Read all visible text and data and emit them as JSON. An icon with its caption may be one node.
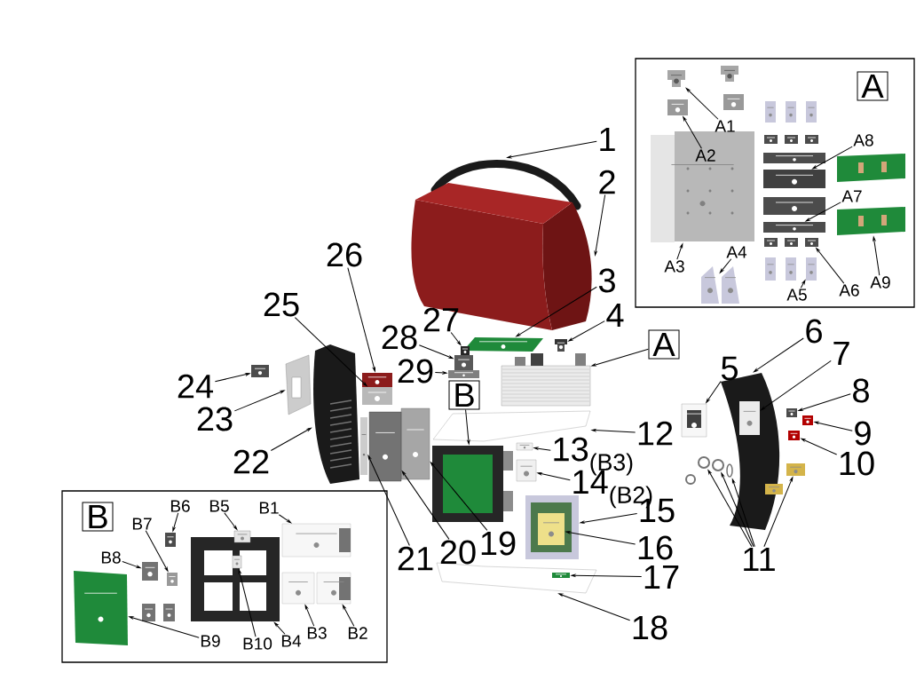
{
  "diagram": {
    "nodes": [
      {
        "text": [
          "1"
        ]
      },
      {
        "text": [
          "2"
        ]
      },
      {
        "text": [
          "3"
        ]
      },
      {
        "text": [
          "4"
        ]
      },
      {
        "text": [
          "5"
        ]
      },
      {
        "text": [
          "6"
        ]
      },
      {
        "text": [
          "7"
        ]
      },
      {
        "text": [
          "8"
        ]
      },
      {
        "text": [
          "9"
        ]
      },
      {
        "text": [
          "10"
        ]
      },
      {
        "text": [
          "11"
        ]
      },
      {
        "text": [
          "12"
        ]
      },
      {
        "text": [
          "13$_{(B3)}$"
        ]
      },
      {
        "text": [
          "14$_{(B2)}$"
        ]
      },
      {
        "text": [
          "15"
        ]
      },
      {
        "text": [
          "16"
        ]
      },
      {
        "text": [
          "17"
        ]
      },
      {
        "text": [
          "18"
        ]
      },
      {
        "text": [
          "19"
        ]
      },
      {
        "text": [
          "20"
        ]
      },
      {
        "text": [
          "21"
        ]
      },
      {
        "text": [
          "22"
        ]
      },
      {
        "text": [
          "23"
        ]
      },
      {
        "text": [
          "24"
        ]
      },
      {
        "text": [
          "25"
        ]
      },
      {
        "text": [
          "26"
        ]
      },
      {
        "text": [
          "27"
        ]
      },
      {
        "text": [
          "28"
        ]
      },
      {
        "text": [
          "29"
        ]
      },
      {
        "text": [
          "A"
        ]
      },
      {
        "text": [
          "B"
        ]
      },
      {
        "text": [],
        "shape": "box"
      },
      {
        "text": [
          "A"
        ],
        "in": 31
      },
      {
        "text": [
          "A1"
        ],
        "in": 31
      },
      {
        "text": [
          "A2"
        ],
        "in": 90
      },
      {
        "text": [
          "A3"
        ],
        "in": 31
      },
      {
        "text": [
          "A4"
        ],
        "in": 31
      },
      {
        "text": [
          "A5"
        ],
        "in": 31
      },
      {
        "text": [
          "A6"
        ],
        "in": 31
      },
      {
        "text": [
          "A7"
        ],
        "in": 31
      },
      {
        "text": [
          "A8"
        ],
        "in": 31
      },
      {
        "text": [
          "A9"
        ],
        "in": 31
      },
      {
        "text": [],
        "shape": "box"
      },
      {
        "text": [
          "B"
        ],
        "in": 42
      },
      {
        "text": [
          "B1"
        ],
        "in": 42
      },
      {
        "text": [
          "B2"
        ],
        "in": 42
      },
      {
        "text": [
          "B3"
        ],
        "in": 42
      },
      {
        "text": [
          "B4"
        ],
        "in": 42
      },
      {
        "text": [
          "B5"
        ],
        "in": 42
      },
      {
        "text": [
          "B6"
        ],
        "in": 42
      },
      {
        "text": [
          "B7"
        ],
        "in": 42
      },
      {
        "text": [
          "B8"
        ],
        "in": 42
      },
      {
        "text": [
          "B9"
        ],
        "in": 42
      },
      {
        "text": [
          "B10"
        ],
        "in": 42
      },
      {
        "text": [],
        "shape": "picture"
      },
      {
        "text": [],
        "shape": "picture"
      },
      {
        "text": [],
        "shape": "picture"
      },
      {
        "text": [],
        "shape": "picture"
      },
      {
        "text": [],
        "shape": "picture"
      },
      {
        "text": [],
        "shape": "picture"
      },
      {
        "text": [],
        "shape": "picture",
        "in": 59
      },
      {
        "text": [],
        "shape": "picture"
      },
      {
        "text": [],
        "shape": "picture"
      },
      {
        "text": [],
        "shape": "picture"
      },
      {
        "text": [],
        "shape": "picture"
      },
      {
        "text": [],
        "shape": "picture"
      },
      {
        "text": [],
        "shape": "picture"
      },
      {
        "text": [],
        "shape": "picture"
      },
      {
        "text": [],
        "shape": "picture"
      },
      {
        "text": [],
        "shape": "picture"
      },
      {
        "text": [],
        "shape": "picture"
      },
      {
        "text": [],
        "shape": "picture"
      },
      {
        "text": [],
        "shape": "picture",
        "in": 71
      },
      {
        "text": [],
        "shape": "picture"
      },
      {
        "text": [],
        "shape": "picture",
        "in": 73
      },
      {
        "text": [],
        "shape": "picture"
      },
      {
        "text": [],
        "shape": "picture"
      },
      {
        "text": [],
        "shape": "picture"
      },
      {
        "text": [],
        "shape": "picture"
      },
      {
        "text": [],
        "shape": "picture"
      },
      {
        "text": [],
        "shape": "picture"
      },
      {
        "text": [],
        "shape": "picture"
      },
      {
        "text": [],
        "shape": "picture"
      },
      {
        "text": [],
        "shape": "picture"
      },
      {
        "text": [],
        "shape": "picture"
      },
      {
        "text": [],
        "shape": "picture"
      },
      {
        "text": [],
        "shape": "picture"
      },
      {
        "text": [],
        "shape": "picture"
      },
      {
        "text": [],
        "shape": "picture",
        "in": 31
      },
      {
        "text": [],
        "shape": "picture",
        "in": 31
      },
      {
        "text": [],
        "shape": "picture",
        "in": 31
      },
      {
        "text": [],
        "shape": "picture",
        "in": 31
      },
      {
        "text": [],
        "shape": "picture",
        "in": 31
      },
      {
        "text": [],
        "shape": "picture",
        "in": 31
      },
      {
        "text": [],
        "shape": "picture",
        "in": 31
      },
      {
        "text": [],
        "shape": "picture",
        "in": 31
      },
      {
        "text": [],
        "shape": "picture",
        "in": 31
      },
      {
        "text": [],
        "shape": "picture",
        "in": 42
      },
      {
        "text": [],
        "shape": "picture",
        "in": 42
      },
      {
        "text": [],
        "shape": "picture",
        "in": 42
      },
      {
        "text": [],
        "shape": "picture",
        "in": 42
      },
      {
        "text": [],
        "shape": "picture",
        "in": 42
      },
      {
        "text": [],
        "shape": "picture",
        "in": 42
      },
      {
        "text": [],
        "shape": "picture",
        "in": 42
      },
      {
        "text": [],
        "shape": "picture",
        "in": 42
      },
      {
        "text": [],
        "shape": "picture",
        "in": 42
      },
      {
        "text": [],
        "shape": "picture",
        "in": 100
      },
      {
        "text": [],
        "shape": "picture",
        "in": 59
      },
      {
        "text": [],
        "shape": "picture"
      },
      {
        "text": [],
        "shape": "picture",
        "in": 31
      },
      {
        "text": [],
        "shape": "picture",
        "in": 31
      },
      {
        "text": [],
        "shape": "picture",
        "in": 31
      },
      {
        "text": [],
        "shape": "picture",
        "in": 31
      },
      {
        "text": [],
        "shape": "picture",
        "in": 31
      },
      {
        "text": [],
        "shape": "picture",
        "in": 31
      },
      {
        "text": [],
        "shape": "picture",
        "in": 31
      },
      {
        "text": [],
        "shape": "picture",
        "in": 31
      },
      {
        "text": [],
        "shape": "picture",
        "in": 31
      },
      {
        "text": [],
        "shape": "picture",
        "in": 31
      },
      {
        "text": [],
        "shape": "picture",
        "in": 31
      },
      {
        "text": [],
        "shape": "picture",
        "in": 31
      },
      {
        "text": [],
        "shape": "picture",
        "in": 31
      },
      {
        "text": [],
        "shape": "picture",
        "in": 31
      },
      {
        "text": [],
        "shape": "picture",
        "in": 31
      },
      {
        "text": [],
        "shape": "picture",
        "in": 31
      },
      {
        "text": [],
        "shape": "picture",
        "in": 42
      },
      {
        "text": [],
        "shape": "picture",
        "in": 42
      }
    ],
    "edges": [
      {
        "from": 0,
        "to": 54,
        "arrow": "to"
      },
      {
        "from": 1,
        "to": 55,
        "arrow": "to"
      },
      {
        "from": 2,
        "to": 56,
        "arrow": "to"
      },
      {
        "from": 3,
        "to": 57,
        "arrow": "to"
      },
      {
        "from": 4,
        "to": 58,
        "arrow": "to"
      },
      {
        "from": 5,
        "to": 59,
        "arrow": "to"
      },
      {
        "from": 6,
        "to": 60,
        "arrow": "to"
      },
      {
        "from": 7,
        "to": 61,
        "arrow": "to"
      },
      {
        "from": 8,
        "to": 62,
        "arrow": "to"
      },
      {
        "from": 9,
        "to": 63,
        "arrow": "to"
      },
      {
        "from": 10,
        "to": 64,
        "arrow": "to"
      },
      {
        "from": 10,
        "to": 65,
        "arrow": "to"
      },
      {
        "from": 10,
        "to": 66,
        "arrow": "to"
      },
      {
        "from": 10,
        "to": 67,
        "arrow": "to"
      },
      {
        "from": 11,
        "to": 68,
        "arrow": "to"
      },
      {
        "from": 12,
        "to": 69,
        "arrow": "to"
      },
      {
        "from": 13,
        "to": 70,
        "arrow": "to"
      },
      {
        "from": 14,
        "to": 71,
        "arrow": "to"
      },
      {
        "from": 15,
        "to": 72,
        "arrow": "to"
      },
      {
        "from": 16,
        "to": 74,
        "arrow": "to"
      },
      {
        "from": 17,
        "to": 73,
        "arrow": "to"
      },
      {
        "from": 18,
        "to": 75,
        "arrow": "to"
      },
      {
        "from": 19,
        "to": 76,
        "arrow": "to"
      },
      {
        "from": 20,
        "to": 77,
        "arrow": "to"
      },
      {
        "from": 21,
        "to": 78,
        "arrow": "to"
      },
      {
        "from": 22,
        "to": 79,
        "arrow": "to"
      },
      {
        "from": 23,
        "to": 80,
        "arrow": "to"
      },
      {
        "from": 24,
        "to": 81,
        "arrow": "to"
      },
      {
        "from": 25,
        "to": 82,
        "arrow": "to"
      },
      {
        "from": 26,
        "to": 83,
        "arrow": "to"
      },
      {
        "from": 27,
        "to": 84,
        "arrow": "to"
      },
      {
        "from": 28,
        "to": 85,
        "arrow": "to"
      },
      {
        "from": 29,
        "to": 86,
        "arrow": "to"
      },
      {
        "from": 30,
        "to": 87,
        "arrow": "to"
      },
      {
        "from": 33,
        "to": 88,
        "arrow": "to"
      },
      {
        "from": 34,
        "to": 89,
        "arrow": "to"
      },
      {
        "from": 35,
        "to": 90,
        "arrow": "to"
      },
      {
        "from": 36,
        "to": 91,
        "arrow": "to"
      },
      {
        "from": 37,
        "to": 92,
        "arrow": "to"
      },
      {
        "from": 38,
        "to": 93,
        "arrow": "to"
      },
      {
        "from": 39,
        "to": 94,
        "arrow": "to"
      },
      {
        "from": 40,
        "to": 95,
        "arrow": "to"
      },
      {
        "from": 41,
        "to": 96,
        "arrow": "to"
      },
      {
        "from": 44,
        "to": 97,
        "arrow": "to"
      },
      {
        "from": 45,
        "to": 98,
        "arrow": "to"
      },
      {
        "from": 46,
        "to": 99,
        "arrow": "to"
      },
      {
        "from": 47,
        "to": 100,
        "arrow": "to"
      },
      {
        "from": 48,
        "to": 101,
        "arrow": "to"
      },
      {
        "from": 49,
        "to": 102,
        "arrow": "to"
      },
      {
        "from": 50,
        "to": 103,
        "arrow": "to"
      },
      {
        "from": 51,
        "to": 104,
        "arrow": "to"
      },
      {
        "from": 52,
        "to": 105,
        "arrow": "to"
      },
      {
        "from": 53,
        "to": 106,
        "arrow": "to"
      }
    ]
  }
}
